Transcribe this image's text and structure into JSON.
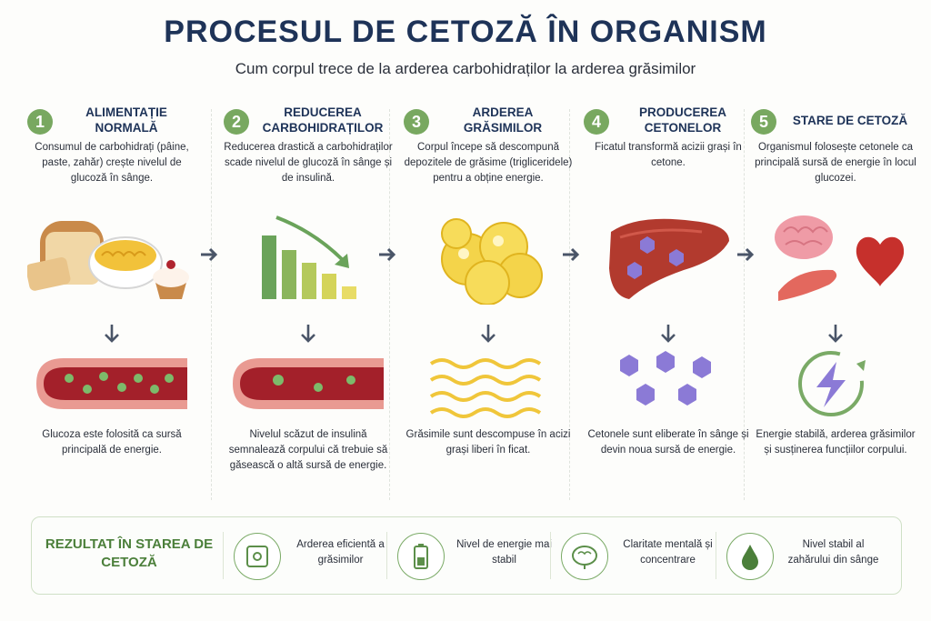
{
  "title": "PROCESUL DE CETOZĂ ÎN ORGANISM",
  "subtitle": "Cum corpul trece de la arderea carbohidraților la arderea grăsimilor",
  "steps": [
    {
      "number": "1",
      "title": "ALIMENTAȚIE NORMALĂ",
      "description": "Consumul de carbohidrați (pâine, paste, zahăr) crește nivelul de glucoză în sânge.",
      "outcome": "Glucoza este folosită ca sursă principală de energie.",
      "icon": "bread-pasta-cupcake-icon",
      "icon2": "blood-vessel-glucose-icon"
    },
    {
      "number": "2",
      "title": "REDUCEREA CARBOHIDRAȚILOR",
      "description": "Reducerea drastică a carbohidraților scade nivelul de glucoză în sânge și de insulină.",
      "outcome": "Nivelul scăzut de insulină semnalează corpului că trebuie să găsească o altă sursă de energie.",
      "icon": "decreasing-bar-chart-icon",
      "icon2": "blood-vessel-low-glucose-icon"
    },
    {
      "number": "3",
      "title": "ARDEREA GRĂSIMILOR",
      "description": "Corpul începe să descompună depozitele de grăsime (trigliceridele) pentru a obține energie.",
      "outcome": "Grăsimile sunt descompuse în acizi grași liberi în ficat.",
      "icon": "fat-cells-icon",
      "icon2": "fatty-acids-icon"
    },
    {
      "number": "4",
      "title": "PRODUCEREA CETONELOR",
      "description": "Ficatul transformă acizii grași în cetone.",
      "outcome": "Cetonele sunt eliberate în sânge și devin noua sursă de energie.",
      "icon": "liver-icon",
      "icon2": "ketone-molecules-icon"
    },
    {
      "number": "5",
      "title": "STARE DE CETOZĂ",
      "description": "Organismul folosește cetonele ca principală sursă de energie în locul glucozei.",
      "outcome": "Energie stabilă, arderea grăsimilor și susținerea funcțiilor corpului.",
      "icon": "brain-heart-muscle-icon",
      "icon2": "energy-cycle-icon"
    }
  ],
  "result": {
    "title": "REZULTAT ÎN STAREA DE CETOZĂ",
    "items": [
      {
        "text": "Arderea eficientă a grăsimilor",
        "icon": "scale-icon"
      },
      {
        "text": "Nivel de energie mai stabil",
        "icon": "battery-icon"
      },
      {
        "text": "Claritate mentală și concentrare",
        "icon": "brain-icon"
      },
      {
        "text": "Nivel stabil al zahărului din sânge",
        "icon": "drop-icon"
      }
    ]
  },
  "colors": {
    "title": "#1e3358",
    "badge": "#78a860",
    "result_title": "#4b7f3a",
    "border": "#cfe0c6"
  }
}
